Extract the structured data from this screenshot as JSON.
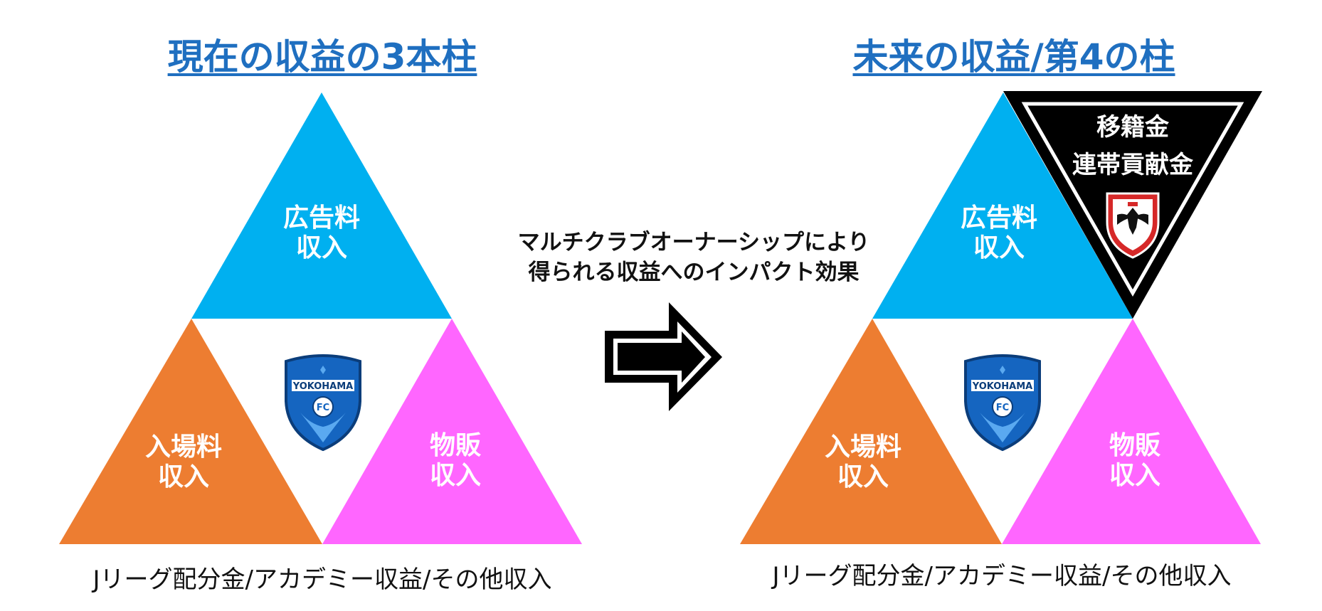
{
  "left_panel": {
    "heading": "現在の収益の3本柱",
    "triangles": {
      "top": {
        "line1": "広告料",
        "line2": "収入"
      },
      "left": {
        "line1": "入場料",
        "line2": "収入"
      },
      "right": {
        "line1": "物販",
        "line2": "収入"
      }
    },
    "logo_text": "YOKOHAMA",
    "logo_badge": "FC",
    "footer": "Jリーグ配分金/アカデミー収益/その他収入"
  },
  "center": {
    "line1": "マルチクラブオーナーシップにより",
    "line2": "得られる収益へのインパクト効果"
  },
  "right_panel": {
    "heading": "未来の収益/第4の柱",
    "triangles": {
      "top": {
        "line1": "広告料",
        "line2": "収入"
      },
      "left": {
        "line1": "入場料",
        "line2": "収入"
      },
      "right": {
        "line1": "物販",
        "line2": "収入"
      },
      "new": {
        "line1": "移籍金",
        "line2": "連帯貢献金"
      }
    },
    "logo_text": "YOKOHAMA",
    "logo_badge": "FC",
    "footer": "Jリーグ配分金/アカデミー収益/その他収入"
  },
  "colors": {
    "heading": "#1f6fc0",
    "top_triangle": "#00b0f0",
    "left_triangle": "#ed7d31",
    "right_triangle": "#ff66ff",
    "new_triangle": "#000000",
    "crest_blue": "#1565c0",
    "crest_red": "#d62828"
  },
  "icons": {
    "logo": "yokohama-fc-crest",
    "new_logo": "partner-club-crest",
    "arrow": "right-arrow-icon"
  }
}
